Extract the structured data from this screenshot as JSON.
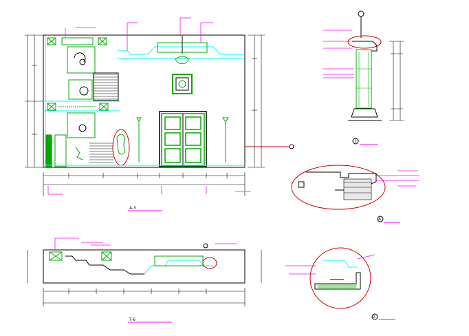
{
  "drawing": {
    "main_elevation_title": "A-3",
    "section_title": "T-6",
    "detail_a_title": "A",
    "detail_1_title": "1",
    "detail_2_title": "2"
  },
  "colors": {
    "background": "#ffffff",
    "frame": "#000000",
    "wall": "#00ffff",
    "ornament": "#00aa00",
    "annotation": "#ff00ff",
    "highlight": "#cc0000"
  }
}
